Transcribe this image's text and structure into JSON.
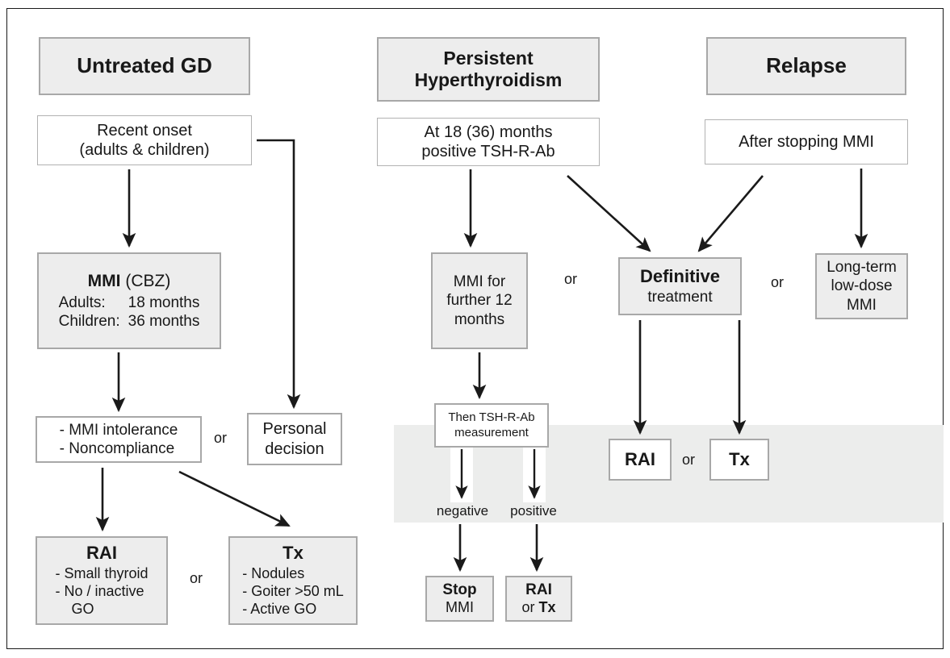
{
  "diagram": {
    "title_hidden": "Graves disease treatment algorithm",
    "columns": [
      {
        "id": "untreated-gd",
        "header": "Untreated GD"
      },
      {
        "id": "persistent-hyperthyroidism",
        "header_line1": "Persistent",
        "header_line2": "Hyperthyroidism"
      },
      {
        "id": "relapse",
        "header": "Relapse"
      }
    ],
    "left": {
      "recent_onset_line1": "Recent onset",
      "recent_onset_line2": "(adults & children)",
      "mmi_title_bold": "MMI",
      "mmi_title_rest": " (CBZ)",
      "mmi_row1_key": "Adults:",
      "mmi_row1_val": "18 months",
      "mmi_row2_key": "Children:",
      "mmi_row2_val": "36 months",
      "intolerance_line1": "- MMI intolerance",
      "intolerance_line2": "- Noncompliance",
      "or_1": "or",
      "personal_line1": "Personal",
      "personal_line2": "decision",
      "rai_title": "RAI",
      "rai_b1": "-   Small thyroid",
      "rai_b2": "-   No / inactive",
      "rai_b3": "GO",
      "or_2": "or",
      "tx_title": "Tx",
      "tx_b1": "-   Nodules",
      "tx_b2": "-   Goiter >50 mL",
      "tx_b3": "-   Active GO"
    },
    "middle": {
      "at18_line1": "At 18 (36) months",
      "at18_line2": "positive TSH-R-Ab",
      "mmi12_line1": "MMI for",
      "mmi12_line2": "further 12",
      "mmi12_line3": "months",
      "or_1": "or",
      "definitive_bold": "Definitive",
      "definitive_sub": "treatment",
      "then_line1": "Then TSH-R-Ab",
      "then_line2": "measurement",
      "branch_negative": "negative",
      "branch_positive": "positive",
      "stop_bold": "Stop",
      "stop_sub": "MMI",
      "raitx_bold": "RAI",
      "raitx_sub_pre": "or ",
      "raitx_sub_bold": "Tx"
    },
    "right": {
      "after_stopping": "After stopping MMI",
      "or_1": "or",
      "longterm_line1": "Long-term",
      "longterm_line2": "low-dose",
      "longterm_line3": "MMI"
    },
    "outcome": {
      "rai_label": "RAI",
      "or_label": "or",
      "tx_label": "Tx"
    },
    "colors": {
      "box_fill_shaded": "#ededed",
      "box_border_shaded": "#a8a8a8",
      "box_border_plain": "#b2b2b2",
      "band_fill": "#ecedec",
      "frame": "#1a1a1a",
      "text": "#181818"
    }
  }
}
